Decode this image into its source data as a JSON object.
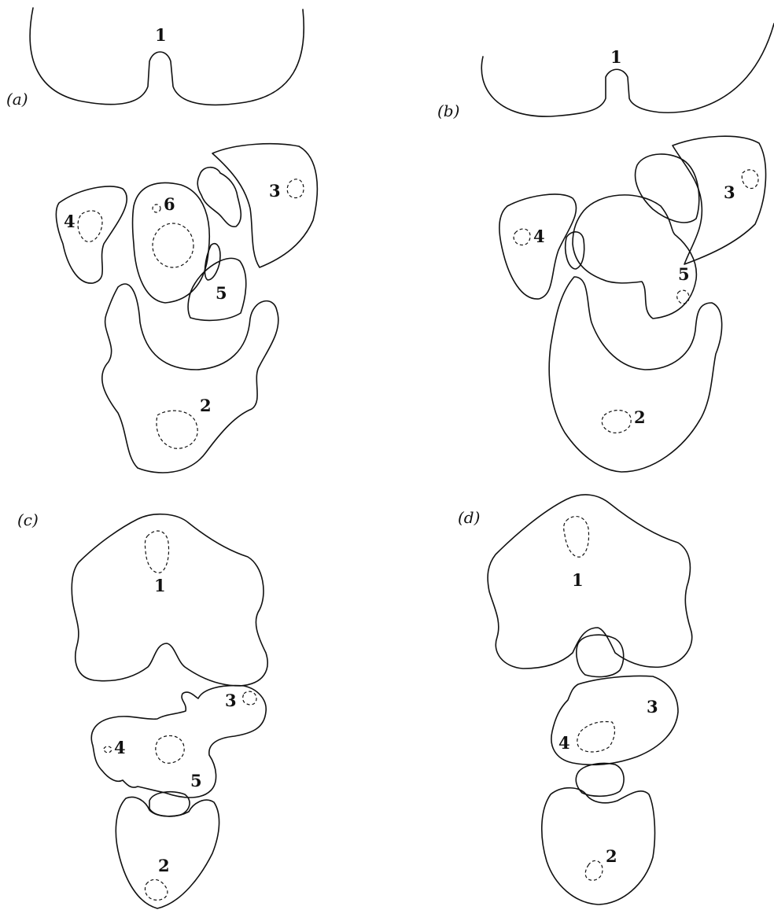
{
  "panels": [
    {
      "id": "a",
      "label": "(a)",
      "regions": [
        "1",
        "2",
        "3",
        "4",
        "5",
        "6"
      ]
    },
    {
      "id": "b",
      "label": "(b)",
      "regions": [
        "1",
        "2",
        "3",
        "4",
        "5"
      ]
    },
    {
      "id": "c",
      "label": "(c)",
      "regions": [
        "1",
        "2",
        "3",
        "4",
        "5"
      ]
    },
    {
      "id": "d",
      "label": "(d)",
      "regions": [
        "1",
        "2",
        "3",
        "4"
      ]
    }
  ]
}
